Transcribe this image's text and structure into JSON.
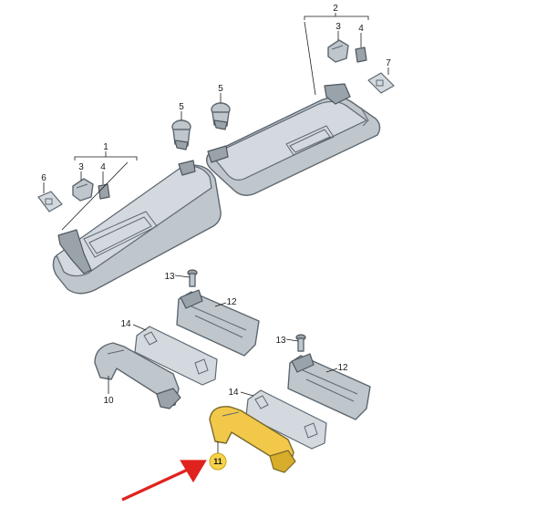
{
  "callouts": {
    "c1": "1",
    "c2": "2",
    "c3a": "3",
    "c3b": "3",
    "c4a": "4",
    "c4b": "4",
    "c5a": "5",
    "c5b": "5",
    "c6": "6",
    "c7": "7",
    "c10": "10",
    "c11": "11",
    "c12a": "12",
    "c12b": "12",
    "c13a": "13",
    "c13b": "13",
    "c14a": "14",
    "c14b": "14"
  },
  "colors": {
    "part_fill": "#bfc6cc",
    "part_stroke": "#5e6870",
    "highlight_fill": "#f2c84b",
    "badge_fill": "#f6d44a",
    "arrow": "#e0231e"
  }
}
